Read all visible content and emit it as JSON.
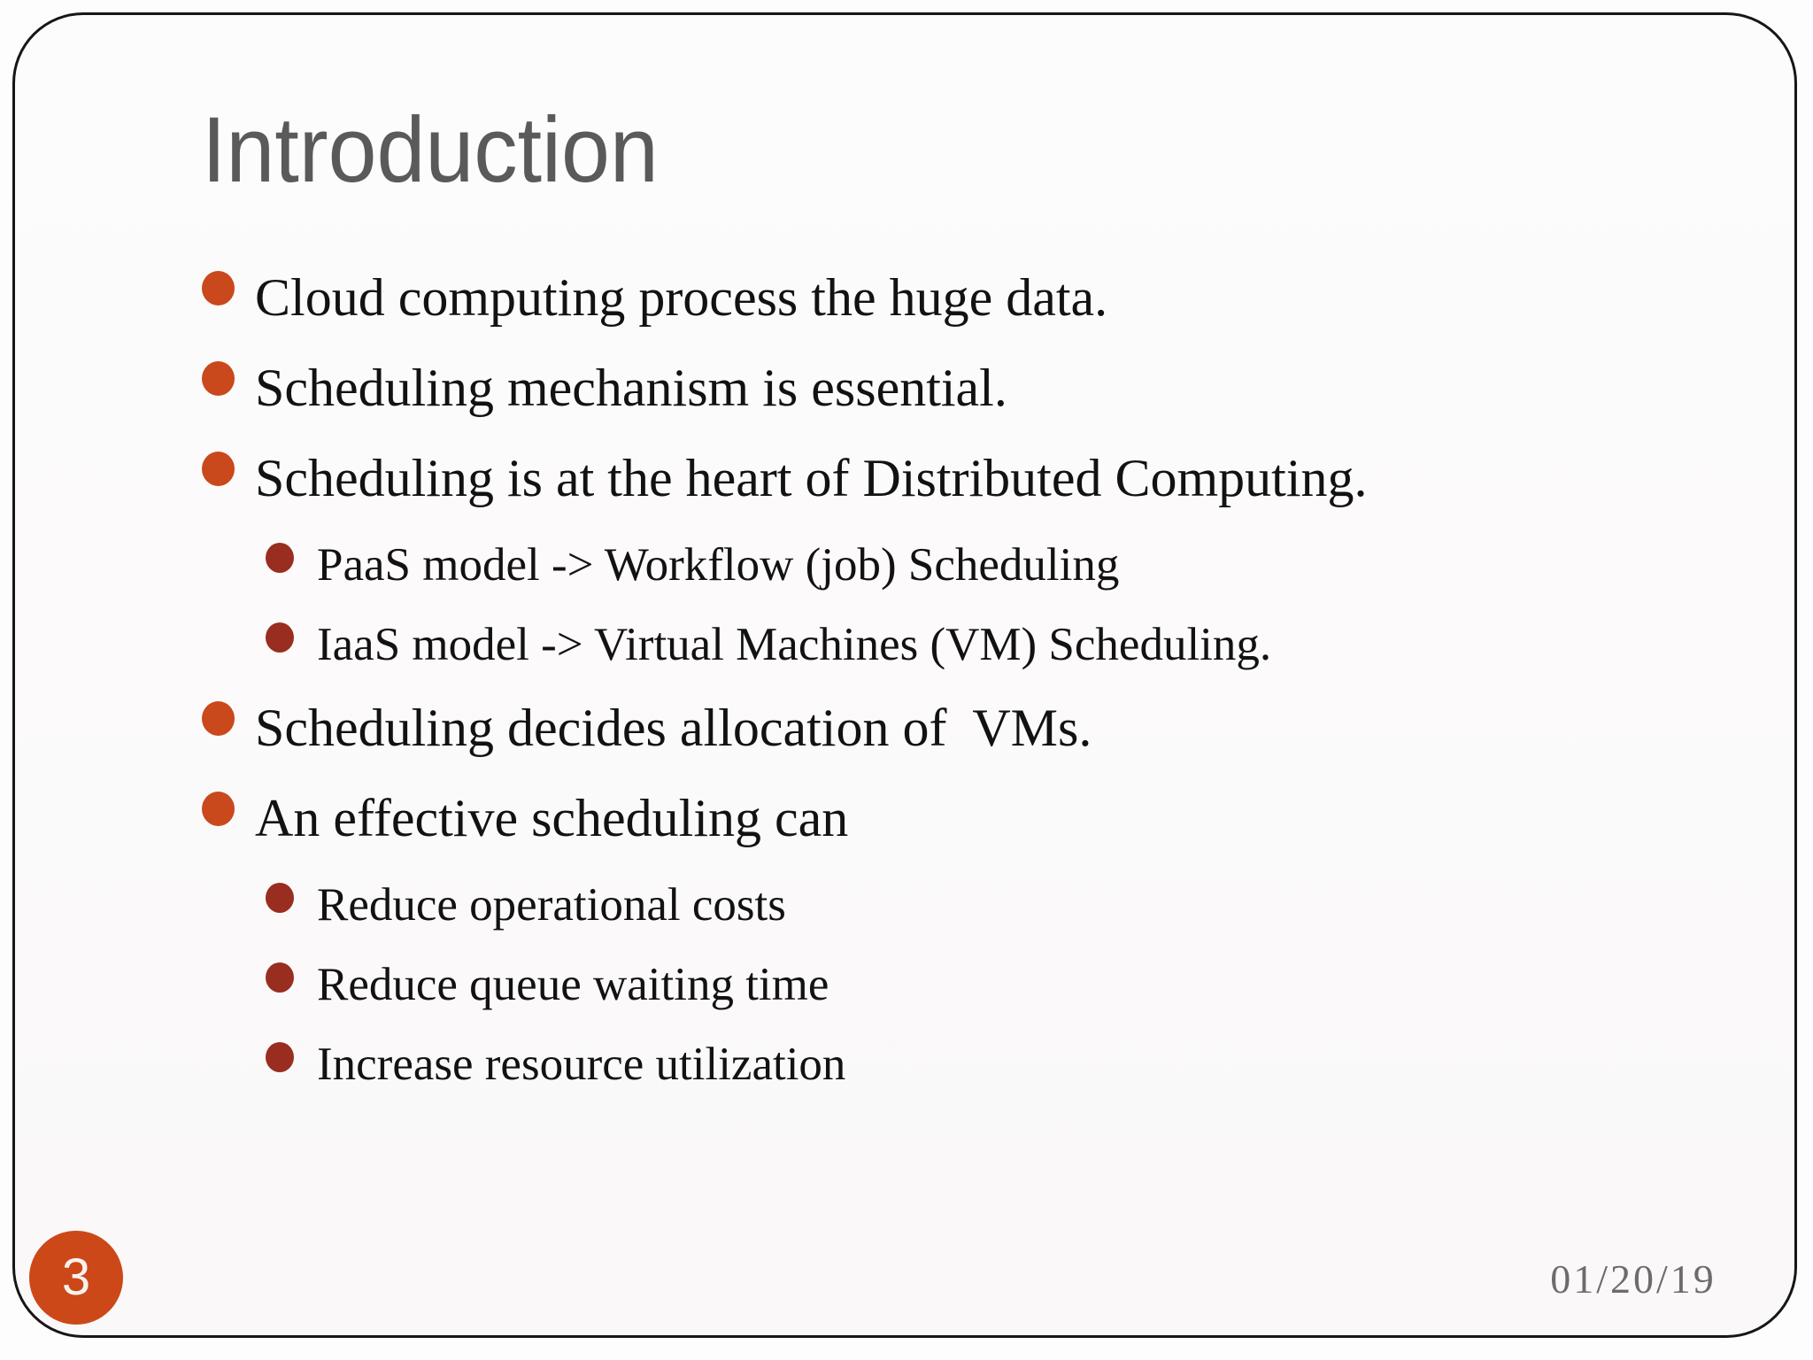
{
  "slide": {
    "title": "Introduction",
    "bullets": [
      {
        "level": 1,
        "text": "Cloud computing process the huge data."
      },
      {
        "level": 1,
        "text": "Scheduling mechanism is essential."
      },
      {
        "level": 1,
        "text": "Scheduling is at the heart of Distributed Computing."
      },
      {
        "level": 2,
        "text": "PaaS model -> Workflow (job) Scheduling"
      },
      {
        "level": 2,
        "text": "IaaS model -> Virtual Machines (VM) Scheduling."
      },
      {
        "level": 1,
        "text": "Scheduling decides allocation of  VMs."
      },
      {
        "level": 1,
        "text": "An effective scheduling can"
      },
      {
        "level": 2,
        "text": "Reduce operational costs"
      },
      {
        "level": 2,
        "text": "Reduce queue waiting time"
      },
      {
        "level": 2,
        "text": "Increase resource utilization"
      }
    ],
    "page_number": "3",
    "date": "01/20/19",
    "colors": {
      "main_bullet_orange": "#c9481c",
      "sub_bullet_red": "#992d20",
      "page_badge_orange": "#cc4818",
      "title_gray": "#5a5a5a",
      "date_gray": "#6f6a6c",
      "border_black": "#161616",
      "body_text": "#121212"
    }
  }
}
